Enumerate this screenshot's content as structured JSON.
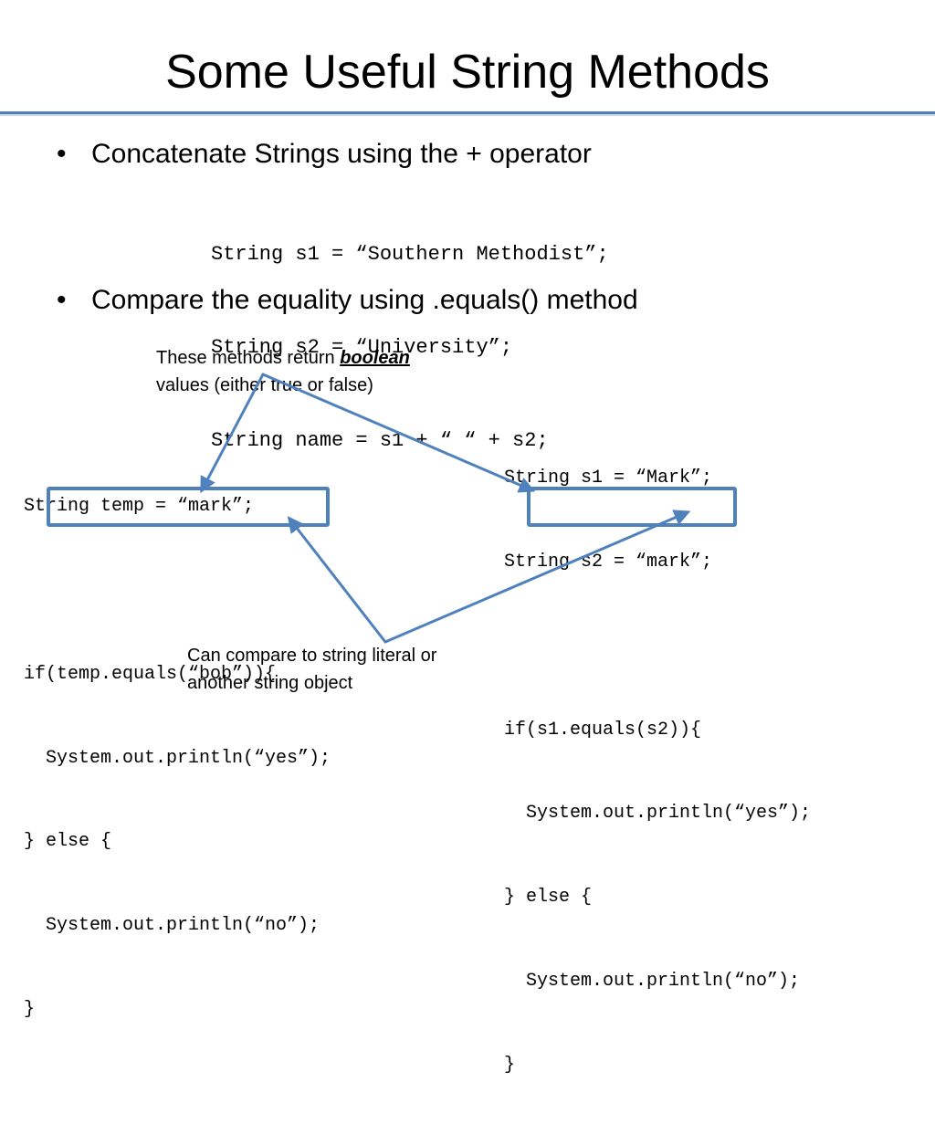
{
  "slide": {
    "title": "Some Useful String Methods",
    "bullets": [
      {
        "text": "Concatenate Strings using the + operator"
      },
      {
        "text": "Compare the equality using .equals() method"
      }
    ],
    "concat_code": [
      "String s1 = “Southern Methodist”;",
      "String s2 = “University”;",
      "String name = s1 + “ “ + s2;"
    ],
    "note_top": {
      "line1_prefix": "These methods return ",
      "line1_emph": "boolean",
      "line2": "values (either true or false)"
    },
    "left_code": [
      "String temp = “mark”;",
      "",
      "if(temp.equals(“bob”)){",
      "  System.out.println(“yes”);",
      "} else {",
      "  System.out.println(“no”);",
      "}"
    ],
    "right_code": [
      "String s1 = “Mark”;",
      "String s2 = “mark”;",
      "",
      "if(s1.equals(s2)){",
      "  System.out.println(“yes”);",
      "} else {",
      "  System.out.println(“no”);",
      "}"
    ],
    "note_bottom": {
      "line1": "Can compare to string literal or",
      "line2": "another string object"
    },
    "accent_color": "#4f81bd",
    "bullet_glyph": "•"
  }
}
